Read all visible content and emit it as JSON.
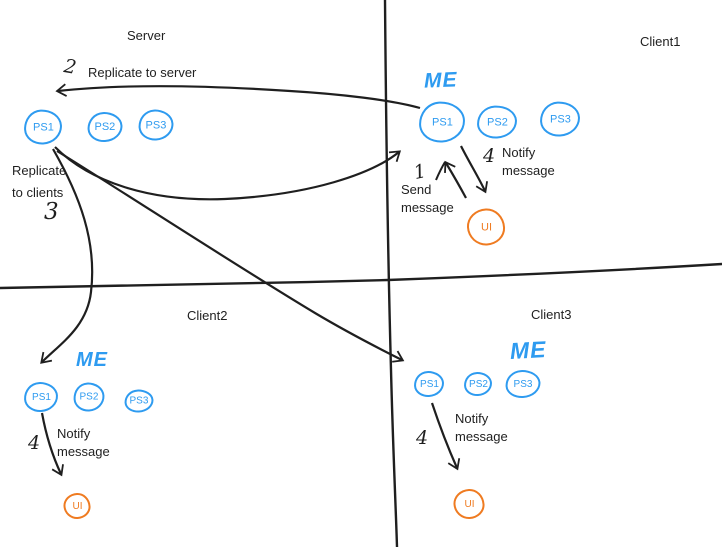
{
  "colors": {
    "ink": "#1f1f1f",
    "blue": "#2e9bf0",
    "orange": "#ef7b21"
  },
  "quadrants": {
    "server": {
      "label": "Server",
      "nodes": [
        "PS1",
        "PS2",
        "PS3"
      ]
    },
    "client1": {
      "label": "Client1",
      "me": "ME",
      "nodes": [
        "PS1",
        "PS2",
        "PS3"
      ],
      "ui": "UI"
    },
    "client2": {
      "label": "Client2",
      "me": "ME",
      "nodes": [
        "PS1",
        "PS2",
        "PS3"
      ],
      "ui": "UI"
    },
    "client3": {
      "label": "Client3",
      "me": "ME",
      "nodes": [
        "PS1",
        "PS2",
        "PS3"
      ],
      "ui": "UI"
    }
  },
  "steps": {
    "send_message": {
      "number": "1",
      "line1": "Send",
      "line2": "message"
    },
    "replicate_to_server": {
      "number": "2",
      "label": "Replicate to server"
    },
    "replicate_to_clients": {
      "number": "3",
      "line1": "Replicate",
      "line2": "to clients"
    },
    "notify_client1": {
      "number": "4",
      "line1": "Notify",
      "line2": "message"
    },
    "notify_client2": {
      "number": "4",
      "line1": "Notify",
      "line2": "message"
    },
    "notify_client3": {
      "number": "4",
      "line1": "Notify",
      "line2": "message"
    }
  }
}
